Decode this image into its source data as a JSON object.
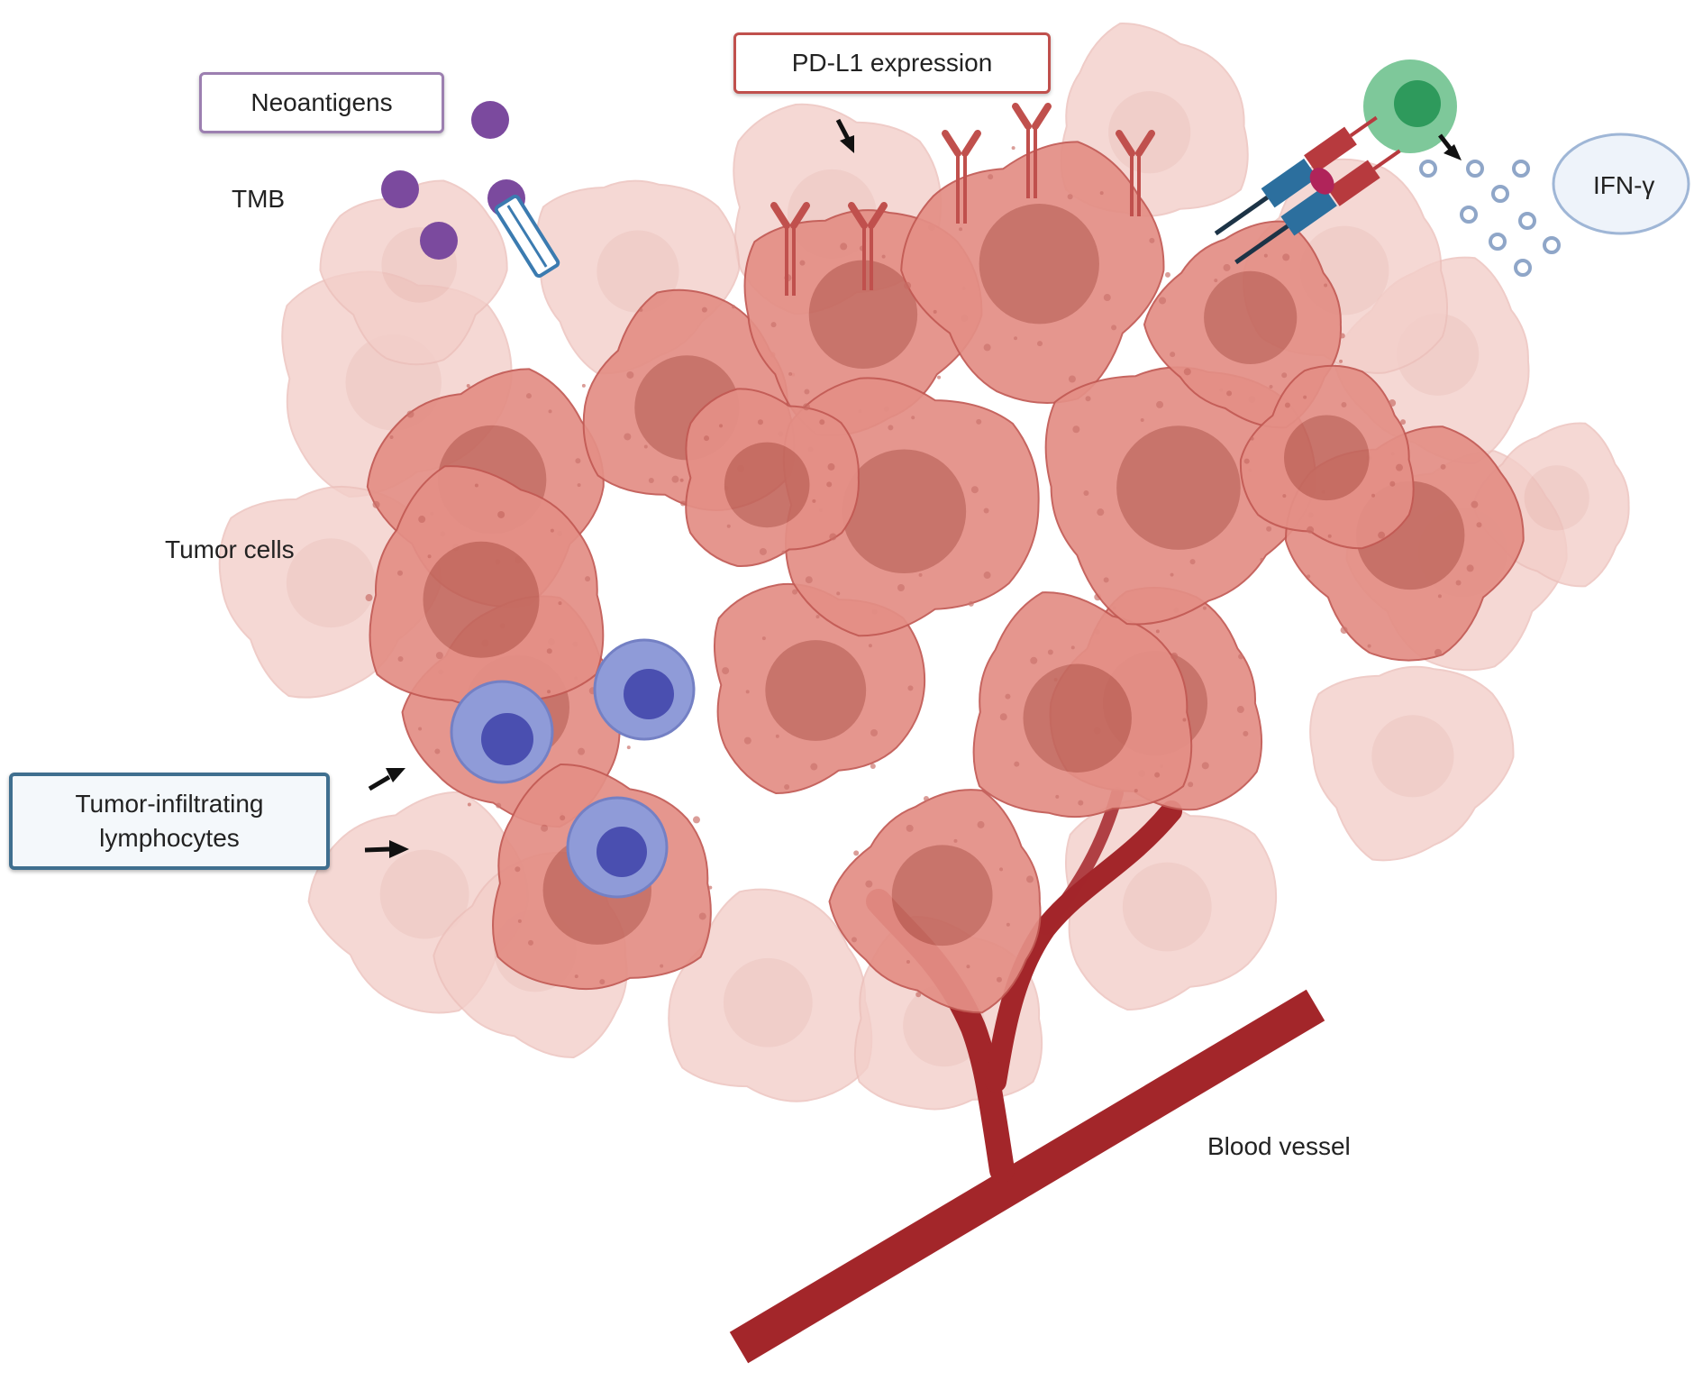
{
  "labels": {
    "neoantigens": "Neoantigens",
    "tmb": "TMB",
    "pdl1": "PD-L1 expression",
    "ifn_gamma": "IFN-γ",
    "tumor_cells": "Tumor cells",
    "til_line1": "Tumor-infiltrating",
    "til_line2": "lymphocytes",
    "blood_vessel": "Blood vessel"
  },
  "colors": {
    "tumor_cell_fill": "#e48f86",
    "tumor_cell_stroke": "#c25a54",
    "tumor_nucleus": "#c46a60",
    "faded_cell_fill": "#f3cfca",
    "neoantigen": "#7b4a9e",
    "pdl1_receptor": "#c0504d",
    "lymphocyte_outer": "#8f9bd8",
    "lymphocyte_inner": "#4a4fb0",
    "t_cell_outer": "#7ec89a",
    "t_cell_inner": "#2e9a5c",
    "ifn_dots": "#8fa6c8",
    "ifn_oval_fill": "#eef3fa",
    "ifn_oval_stroke": "#9fb6d6",
    "vessel": "#a3262a",
    "tcr_blue": "#2c6f9e",
    "mhc_red": "#b73a3e"
  }
}
